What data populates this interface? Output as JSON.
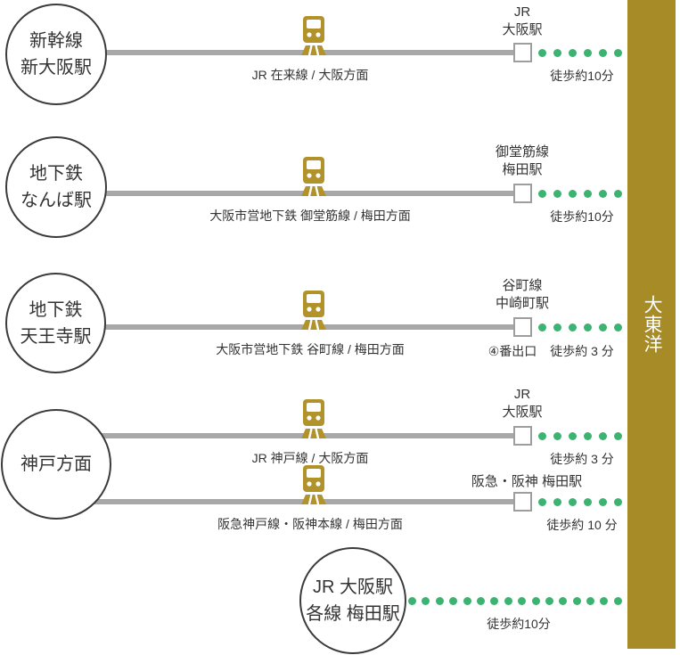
{
  "colors": {
    "gold": "#a68b26",
    "train_gold": "#b2922b",
    "green": "#3cb371",
    "line_gray": "#a8a8a8"
  },
  "destination": {
    "name": "大東洋"
  },
  "routes": [
    {
      "origin": [
        "新幹線",
        "新大阪駅"
      ],
      "line_label": "JR 在来線 / 大阪方面",
      "station": [
        "JR",
        "大阪駅"
      ],
      "walk": "徒歩約10分",
      "dots": 6
    },
    {
      "origin": [
        "地下鉄",
        "なんば駅"
      ],
      "line_label": "大阪市営地下鉄 御堂筋線 / 梅田方面",
      "station": [
        "御堂筋線",
        "梅田駅"
      ],
      "walk": "徒歩約10分",
      "dots": 6
    },
    {
      "origin": [
        "地下鉄",
        "天王寺駅"
      ],
      "line_label": "大阪市営地下鉄 谷町線 / 梅田方面",
      "station": [
        "谷町線",
        "中崎町駅"
      ],
      "exit": "④番出口",
      "walk": "徒歩約 3 分",
      "dots": 6
    },
    {
      "origin": [
        "神戸方面"
      ],
      "line_label": "JR 神戸線 / 大阪方面",
      "station": [
        "JR",
        "大阪駅"
      ],
      "walk": "徒歩約 3 分",
      "dots": 6
    },
    {
      "line_label": "阪急神戸線・阪神本線 / 梅田方面",
      "station": [
        "阪急・阪神 梅田駅"
      ],
      "walk": "徒歩約 10 分",
      "dots": 6
    },
    {
      "origin": [
        "JR 大阪駅",
        "各線 梅田駅"
      ],
      "walk": "徒歩約10分",
      "dots": 16
    }
  ]
}
